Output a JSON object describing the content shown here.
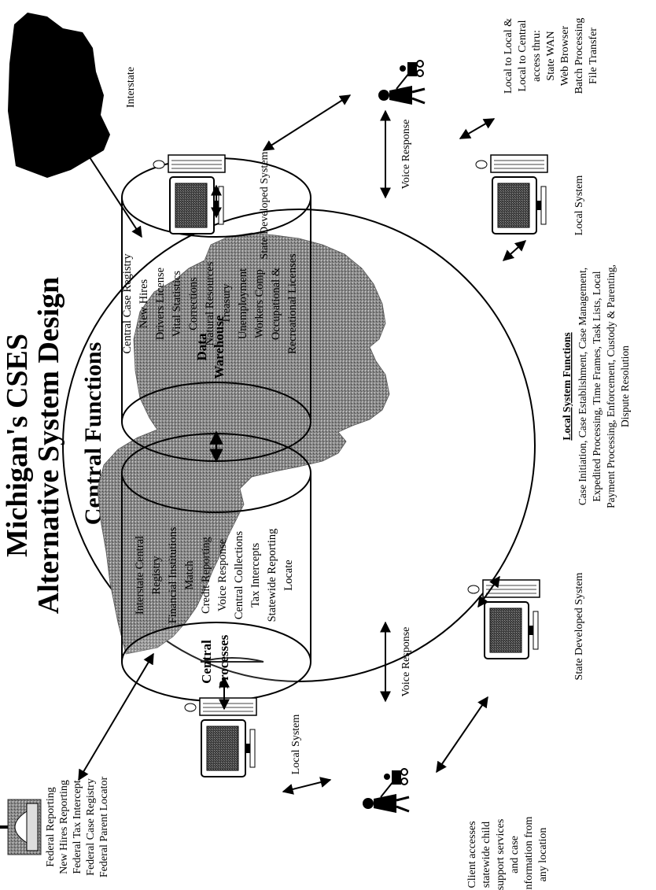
{
  "title": {
    "line1": "Michigan's CSES",
    "line2": "Alternative System Design"
  },
  "central_functions": "Central Functions",
  "central_processes": {
    "heading": [
      "Central",
      "Processes"
    ],
    "items": [
      "Interstate Central",
      "Registry",
      "Financial Institutions",
      "Match",
      "Credit Reporting",
      "Voice Response",
      "Central Collections",
      "Tax Intercepts",
      "Statewide Reporting",
      "Locate"
    ]
  },
  "data_warehouse": {
    "heading": [
      "Data",
      "Warehouse"
    ],
    "items": [
      "Central Case Registry",
      "New Hires",
      "Drivers License",
      "Vital Statistics",
      "Corrections",
      "Natural Resources",
      "Treasury",
      "Unemployment",
      "Workers Comp",
      "Occupational &",
      "Recreational Licenses"
    ]
  },
  "local_system_functions": {
    "heading": "Local System Functions",
    "lines": [
      "Case Initiation, Case Establishment, Case Management,",
      "Expedited Processing, Time Frames, Task Lists, Local",
      "Payment Processing, Enforcement, Custody & Parenting,",
      "Dispute Resolution"
    ]
  },
  "federal": [
    "Federal Reporting",
    "New Hires Reporting",
    "Federal Tax Intercept",
    "Federal Case Registry",
    "Federal Parent Locator"
  ],
  "client": [
    "Client accesses",
    "statewide child",
    "support services",
    "and case",
    "information from",
    "any location"
  ],
  "interstate": "Interstate",
  "local_access": [
    "Local to Local &",
    "Local to Central",
    "access thru:",
    "State WAN",
    "Web Browser",
    "Batch Processing",
    "File Transfer"
  ],
  "labels": {
    "local_system_left": "Local System",
    "local_system_right": "Local System",
    "state_dev_left": "State Developed System",
    "state_dev_right": "State Developed System",
    "voice_response_left": "Voice Response",
    "voice_response_right": "Voice Response"
  }
}
